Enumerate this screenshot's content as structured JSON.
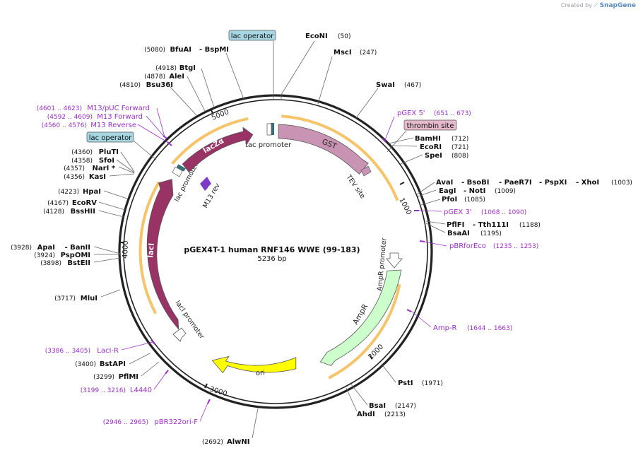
{
  "watermark": {
    "prefix": "Created by",
    "brand": "SnapGene"
  },
  "plasmid": {
    "name": "pGEX4T-1 human RNF146 WWE (99-183)",
    "length_label": "5236 bp",
    "length": 5236
  },
  "ticks": [
    "1000",
    "2000",
    "3000",
    "4000",
    "5000"
  ],
  "features": {
    "lac_operator_top": "lac operator",
    "lac_operator_left": "lac operator",
    "thrombin_site": "thrombin site",
    "tac_promoter": "tac promoter",
    "gst": "GST",
    "tev_site": "TEV site",
    "ampr_promoter": "AmpR promoter",
    "ampr": "AmpR",
    "ori": "ori",
    "laci": "lacI",
    "laci_promoter": "lacI promoter",
    "lac_promoter": "lac promoter",
    "lacza": "lacZα",
    "m13_rev": "M13 rev"
  },
  "enzymes": {
    "econi": {
      "name": "EcoNI",
      "pos": "(50)"
    },
    "msci": {
      "name": "MscI",
      "pos": "(247)"
    },
    "swai": {
      "name": "SwaI",
      "pos": "(467)"
    },
    "bamhi": {
      "name": "BamHI",
      "pos": "(712)"
    },
    "ecori": {
      "name": "EcoRI",
      "pos": "(721)"
    },
    "spei": {
      "name": "SpeI",
      "pos": "(808)"
    },
    "avai_group": {
      "name1": "AvaI",
      "name2": "- BsoBI",
      "name3": "- PaeR7I",
      "name4": "- PspXI",
      "name5": "- XhoI",
      "pos": "(1003)"
    },
    "eagi_group": {
      "name1": "EagI",
      "name2": "- NotI",
      "pos": "(1009)"
    },
    "pfoi": {
      "name": "PfoI",
      "pos": "(1085)"
    },
    "pflfi_group": {
      "name1": "PflFI",
      "name2": "- Tth111I",
      "pos": "(1188)"
    },
    "bsaai": {
      "name": "BsaAI",
      "pos": "(1195)"
    },
    "psti": {
      "name": "PstI",
      "pos": "(1971)"
    },
    "bsai": {
      "name": "BsaI",
      "pos": "(2147)"
    },
    "ahdi": {
      "name": "AhdI",
      "pos": "(2213)"
    },
    "alwni": {
      "name": "AlwNI",
      "pos": "(2692)"
    },
    "pflmi": {
      "name": "PflMI",
      "pos": "(3299)"
    },
    "bstapi": {
      "name": "BstAPI",
      "pos": "(3400)"
    },
    "mlui": {
      "name": "MluI",
      "pos": "(3717)"
    },
    "bsteii": {
      "name": "BstEII",
      "pos": "(3898)"
    },
    "pspomi": {
      "name": "PspOMI",
      "pos": "(3924)"
    },
    "apai_group": {
      "name1": "ApaI",
      "name2": "- BanII",
      "pos": "(3928)"
    },
    "bsshii": {
      "name": "BssHII",
      "pos": "(4128)"
    },
    "ecorv": {
      "name": "EcoRV",
      "pos": "(4167)"
    },
    "hpai": {
      "name": "HpaI",
      "pos": "(4223)"
    },
    "kasi": {
      "name": "KasI",
      "pos": "(4356)"
    },
    "nari": {
      "name": "NarI *",
      "pos": "(4357)"
    },
    "sfoi": {
      "name": "SfoI",
      "pos": "(4358)"
    },
    "pluti": {
      "name": "PluTI",
      "pos": "(4360)"
    },
    "bsu36i": {
      "name": "Bsu36I",
      "pos": "(4810)"
    },
    "alei": {
      "name": "AleI",
      "pos": "(4878)"
    },
    "btgi": {
      "name": "BtgI",
      "pos": "(4918)"
    },
    "bfuai_group": {
      "name1": "BfuAI",
      "name2": "- BspMI",
      "pos": "(5080)"
    }
  },
  "primers": {
    "pgex5": {
      "name": "pGEX 5'",
      "range": "(651 .. 673)"
    },
    "pgex3": {
      "name": "pGEX 3'",
      "range": "(1068 .. 1090)"
    },
    "pbrforeco": {
      "name": "pBRforEco",
      "range": "(1235 .. 1253)"
    },
    "ampr_primer": {
      "name": "Amp-R",
      "range": "(1644 .. 1663)"
    },
    "pbr322ori": {
      "name": "pBR322ori-F",
      "range": "(2946 .. 2965)"
    },
    "l4440": {
      "name": "L4440",
      "range": "(3199 .. 3216)"
    },
    "laci_r": {
      "name": "LacI-R",
      "range": "(3386 .. 3405)"
    },
    "m13rev_primer": {
      "name": "M13 Reverse",
      "range": "(4560 .. 4576)"
    },
    "m13fwd": {
      "name": "M13 Forward",
      "range": "(4592 .. 4609)"
    },
    "m13puc": {
      "name": "M13/pUC Forward",
      "range": "(4601 .. 4623)"
    }
  },
  "colors": {
    "backbone": "#222222",
    "primer": "#9b30c6",
    "gst": "#c994b4",
    "ampr": "#ccffcc",
    "ori": "#ffff00",
    "laci": "#993366",
    "lacza": "#993366",
    "highlight": "#f5c46b",
    "lac_operator_box": "#a6d7e3",
    "thrombin_box": "#e6b9cc"
  }
}
